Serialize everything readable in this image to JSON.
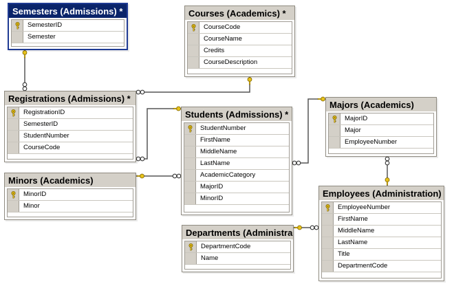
{
  "colors": {
    "header_bg": "#d4d0c8",
    "selected_header_bg": "#0a246a",
    "selected_border": "#1f3a93",
    "key_icon": "#e8c31a",
    "relationship_line": "#555555"
  },
  "tables": [
    {
      "id": "semesters",
      "title": "Semesters (Admissions) *",
      "selected": true,
      "columns": [
        {
          "name": "SemesterID",
          "key": true
        },
        {
          "name": "Semester",
          "key": false
        }
      ]
    },
    {
      "id": "courses",
      "title": "Courses (Academics) *",
      "selected": false,
      "columns": [
        {
          "name": "CourseCode",
          "key": true
        },
        {
          "name": "CourseName",
          "key": false
        },
        {
          "name": "Credits",
          "key": false
        },
        {
          "name": "CourseDescription",
          "key": false
        }
      ]
    },
    {
      "id": "registrations",
      "title": "Registrations (Admissions) *",
      "selected": false,
      "columns": [
        {
          "name": "RegistrationID",
          "key": true
        },
        {
          "name": "SemesterID",
          "key": false
        },
        {
          "name": "StudentNumber",
          "key": false
        },
        {
          "name": "CourseCode",
          "key": false
        }
      ]
    },
    {
      "id": "students",
      "title": "Students (Admissions) *",
      "selected": false,
      "columns": [
        {
          "name": "StudentNumber",
          "key": true
        },
        {
          "name": "FirstName",
          "key": false
        },
        {
          "name": "MiddleName",
          "key": false
        },
        {
          "name": "LastName",
          "key": false
        },
        {
          "name": "AcademicCategory",
          "key": false
        },
        {
          "name": "MajorID",
          "key": false
        },
        {
          "name": "MinorID",
          "key": false
        }
      ]
    },
    {
      "id": "majors",
      "title": "Majors (Academics)",
      "selected": false,
      "columns": [
        {
          "name": "MajorID",
          "key": true
        },
        {
          "name": "Major",
          "key": false
        },
        {
          "name": "EmployeeNumber",
          "key": false
        }
      ]
    },
    {
      "id": "minors",
      "title": "Minors (Academics)",
      "selected": false,
      "columns": [
        {
          "name": "MinorID",
          "key": true
        },
        {
          "name": "Minor",
          "key": false
        }
      ]
    },
    {
      "id": "employees",
      "title": "Employees (Administration)",
      "selected": false,
      "columns": [
        {
          "name": "EmployeeNumber",
          "key": true
        },
        {
          "name": "FirstName",
          "key": false
        },
        {
          "name": "MiddleName",
          "key": false
        },
        {
          "name": "LastName",
          "key": false
        },
        {
          "name": "Title",
          "key": false
        },
        {
          "name": "DepartmentCode",
          "key": false
        }
      ]
    },
    {
      "id": "departments",
      "title": "Departments (Administra",
      "selected": false,
      "columns": [
        {
          "name": "DepartmentCode",
          "key": true
        },
        {
          "name": "Name",
          "key": false
        }
      ]
    }
  ],
  "relationships": [
    {
      "id": "rel-registrations-semesters",
      "from": "registrations",
      "to": "semesters"
    },
    {
      "id": "rel-registrations-courses",
      "from": "registrations",
      "to": "courses"
    },
    {
      "id": "rel-registrations-students",
      "from": "registrations",
      "to": "students"
    },
    {
      "id": "rel-students-minors",
      "from": "students",
      "to": "minors"
    },
    {
      "id": "rel-students-majors",
      "from": "students",
      "to": "majors"
    },
    {
      "id": "rel-majors-employees",
      "from": "majors",
      "to": "employees"
    },
    {
      "id": "rel-employees-departments",
      "from": "employees",
      "to": "departments"
    }
  ]
}
